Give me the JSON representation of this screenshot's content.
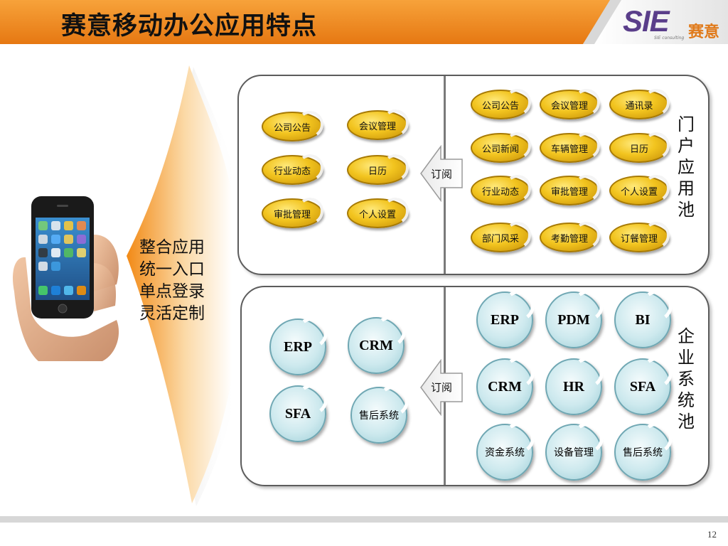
{
  "header": {
    "title": "赛意移动办公应用特点"
  },
  "logo": {
    "brand": "SIE",
    "cn": "赛意",
    "sub": "SIE consulting"
  },
  "center": {
    "lines": [
      "整合应用",
      "统一入口",
      "单点登录",
      "灵活定制"
    ]
  },
  "portal": {
    "selected": [
      "公司公告",
      "会议管理",
      "行业动态",
      "日历",
      "审批管理",
      "个人设置"
    ],
    "subscribe": "订阅",
    "pool": [
      "公司公告",
      "会议管理",
      "通讯录",
      "公司新闻",
      "车辆管理",
      "日历",
      "行业动态",
      "审批管理",
      "个人设置",
      "部门风采",
      "考勤管理",
      "订餐管理"
    ],
    "label": [
      "门",
      "户",
      "应",
      "用",
      "池"
    ]
  },
  "enterprise": {
    "selected": [
      "ERP",
      "CRM",
      "SFA",
      "售后系统"
    ],
    "subscribe": "订阅",
    "pool": [
      "ERP",
      "PDM",
      "BI",
      "CRM",
      "HR",
      "SFA",
      "资金系统",
      "设备管理",
      "售后系统"
    ],
    "label": [
      "企",
      "业",
      "系",
      "统",
      "池"
    ]
  },
  "colors": {
    "header_orange": "#f08a1e",
    "pill_gold": "#f2c41f",
    "circle_teal": "#cde9ee",
    "logo_purple": "#5a3e8a"
  },
  "page": {
    "number": "12"
  }
}
